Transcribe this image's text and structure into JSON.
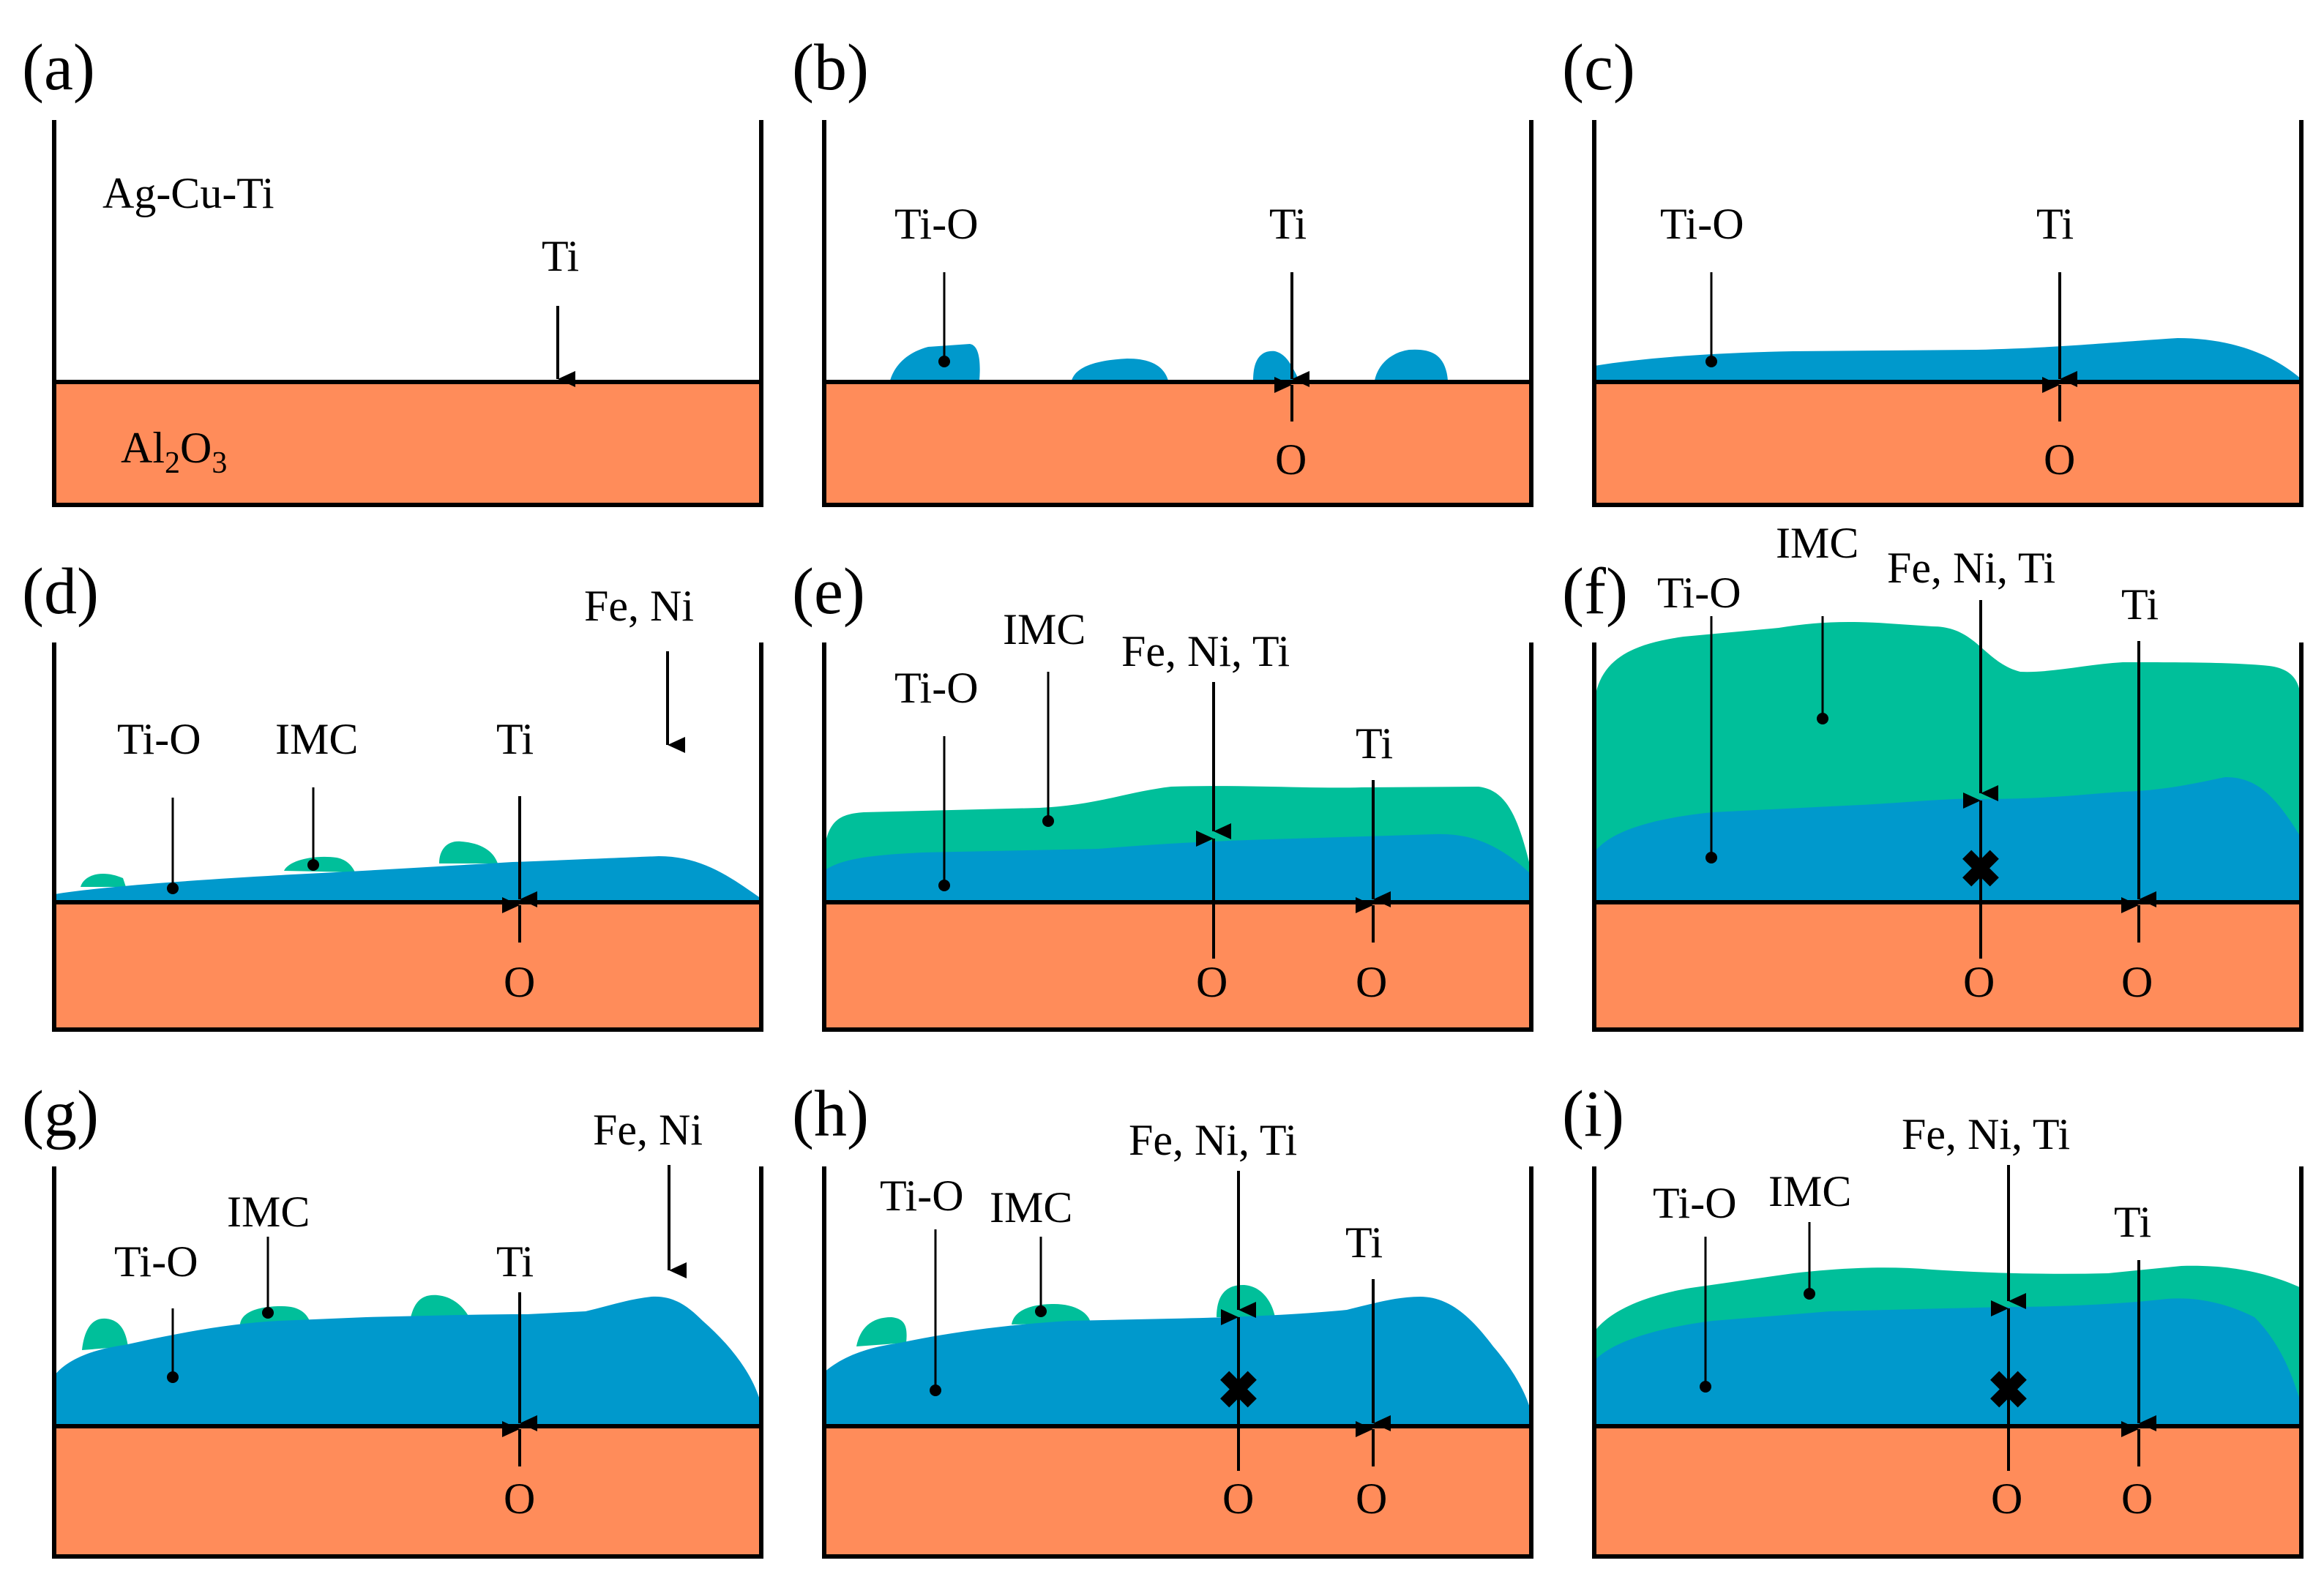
{
  "colors": {
    "substrate": "#FF8C5A",
    "ti_o_layer": "#0099CC",
    "imc_layer": "#00BF9A",
    "line": "#000000",
    "background": "#FFFFFF"
  },
  "labels": {
    "ag_cu_ti": "Ag-Cu-Ti",
    "al2o3": {
      "al": "Al",
      "sub2": "2",
      "o": "O",
      "sub3": "3"
    },
    "ti": "Ti",
    "o": "O",
    "ti_o": "Ti-O",
    "imc": "IMC",
    "fe_ni": "Fe, Ni",
    "fe_ni_ti": "Fe, Ni,  Ti"
  },
  "panels": [
    {
      "id": "a",
      "label": "(a)"
    },
    {
      "id": "b",
      "label": "(b)"
    },
    {
      "id": "c",
      "label": "(c)"
    },
    {
      "id": "d",
      "label": "(d)"
    },
    {
      "id": "e",
      "label": "(e)"
    },
    {
      "id": "f",
      "label": "(f)"
    },
    {
      "id": "g",
      "label": "(g)"
    },
    {
      "id": "h",
      "label": "(h)"
    },
    {
      "id": "i",
      "label": "(i)"
    }
  ]
}
